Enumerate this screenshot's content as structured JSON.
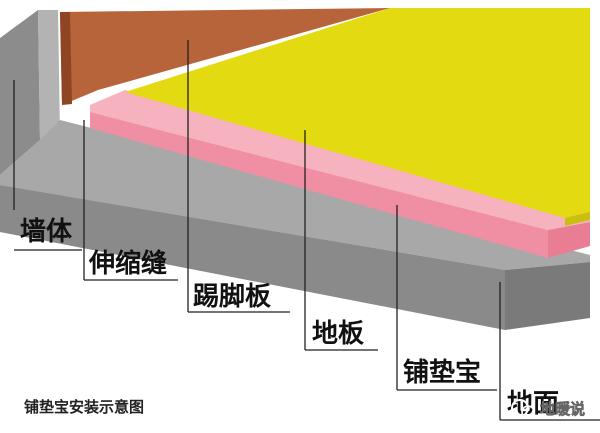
{
  "labels": {
    "wall": "墙体",
    "expansion_joint": "伸缩缝",
    "skirting": "踢脚板",
    "floor": "地板",
    "underlay": "铺垫宝",
    "ground": "地面"
  },
  "caption": "铺垫宝安装示意图",
  "watermark": "地暖说",
  "colors": {
    "wall_gray": "#8f8f8f",
    "ground_gray": "#a6a6a6",
    "skirting_brown": "#b8643a",
    "floor_yellow": "#e6dc14",
    "underlay_pink": "#f29cad"
  }
}
